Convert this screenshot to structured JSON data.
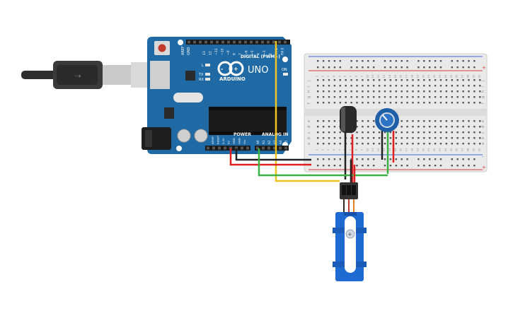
{
  "board": {
    "brand_logo_text": "ARDUINO",
    "model": "UNO",
    "digital_header_label": "DIGITAL (PWM~)",
    "power_label": "POWER",
    "analog_label": "ANALOG IN",
    "on_led_label": "ON",
    "l_led_label": "L",
    "tx_label": "TX",
    "rx_label": "RX",
    "aref_label": "AREF",
    "gnd_label": "GND",
    "digital_pins": [
      "13",
      "12",
      "~11",
      "~10",
      "~9",
      "8",
      "7",
      "~6",
      "~5",
      "4",
      "~3",
      "2",
      "TX 1",
      "RX 0"
    ],
    "power_pins": [
      "IOREF",
      "RESET",
      "3.3V",
      "5V",
      "GND",
      "GND",
      "Vin"
    ],
    "analog_pins": [
      "A0",
      "A1",
      "A2",
      "A3",
      "A4",
      "A5"
    ],
    "color": "#1f6aa5"
  },
  "breadboard": {
    "row_letters_top": [
      "j",
      "i",
      "h",
      "g",
      "f"
    ],
    "row_letters_bottom": [
      "e",
      "d",
      "c",
      "b",
      "a"
    ],
    "column_numbers": [
      "1",
      "2",
      "3",
      "4",
      "5",
      "6",
      "7",
      "8",
      "9",
      "10",
      "11",
      "12",
      "13",
      "14",
      "15",
      "16",
      "17",
      "18",
      "19",
      "20",
      "21",
      "22",
      "23",
      "24",
      "25",
      "26",
      "27",
      "28",
      "29",
      "30"
    ],
    "plus_label": "+",
    "minus_label": "-"
  },
  "wires": {
    "red": "#e02020",
    "black": "#222222",
    "green": "#3cb043",
    "yellow": "#f0c420"
  },
  "components": {
    "capacitor_color": "#2a2a2a",
    "potentiometer_color": "#1f5fa8",
    "servo_color": "#1f6ad1",
    "usb_cable_color": "#3a3a3a"
  }
}
